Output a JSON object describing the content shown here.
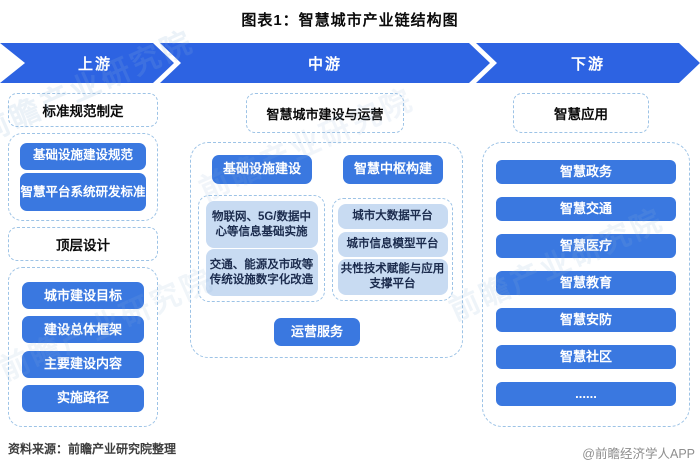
{
  "title": "图表1：智慧城市产业链结构图",
  "colors": {
    "banner_blue": "#2d63e2",
    "button_blue": "#3a78e0",
    "light_box_blue": "#c8dbf2",
    "dashed_border": "#9dc3e6"
  },
  "banner": {
    "segments": [
      {
        "label": "上游"
      },
      {
        "label": "中游"
      },
      {
        "label": "下游"
      }
    ]
  },
  "upstream": {
    "section1": {
      "header": "标准规范制定",
      "items": [
        "基础设施建设规范",
        "智慧平台系统研发标准"
      ]
    },
    "section2": {
      "header": "顶层设计",
      "items": [
        "城市建设目标",
        "建设总体框架",
        "主要建设内容",
        "实施路径"
      ]
    }
  },
  "midstream": {
    "header": "智慧城市建设与运营",
    "groups": [
      {
        "title": "基础设施建设",
        "items": [
          "物联网、5G/数据中心等信息基础实施",
          "交通、能源及市政等传统设施数字化改造"
        ]
      },
      {
        "title": "智慧中枢构建",
        "items": [
          "城市大数据平台",
          "城市信息模型平台",
          "共性技术赋能与应用支撑平台"
        ]
      }
    ],
    "bottom_button": "运营服务"
  },
  "downstream": {
    "header": "智慧应用",
    "items": [
      "智慧政务",
      "智慧交通",
      "智慧医疗",
      "智慧教育",
      "智慧安防",
      "智慧社区",
      "......"
    ]
  },
  "footer": {
    "source": "资料来源：前瞻产业研究院整理",
    "credit": "@前瞻经济学人APP"
  },
  "watermark": "前瞻产业研究院"
}
